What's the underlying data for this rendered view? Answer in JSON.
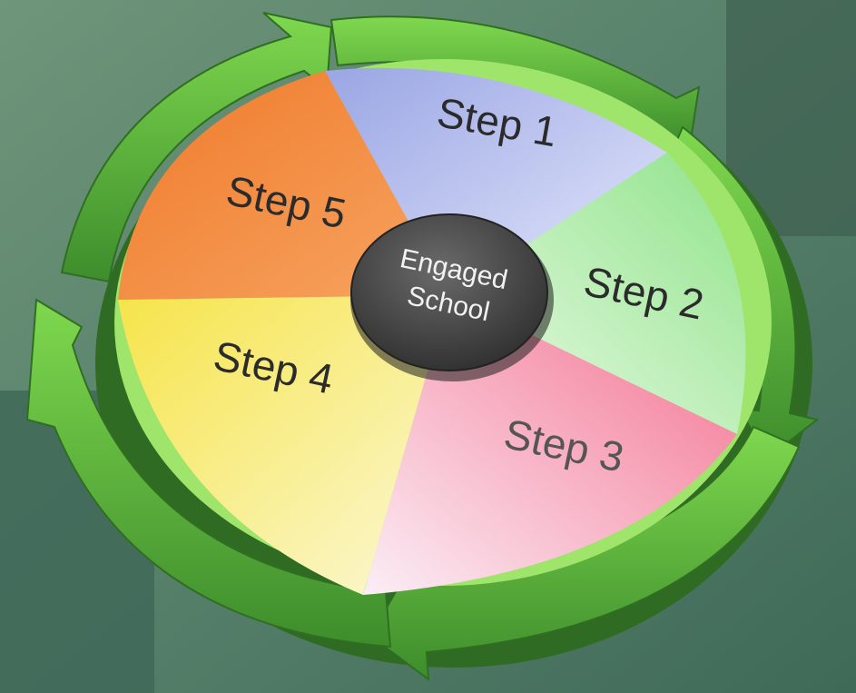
{
  "diagram": {
    "type": "cycle",
    "center": {
      "line1": "Engaged",
      "line2": "School"
    },
    "segments": [
      {
        "label": "Step 1",
        "color": "#aeb7e8"
      },
      {
        "label": "Step 2",
        "color": "#b9efb4"
      },
      {
        "label": "Step 3",
        "color": "#f3a9c2"
      },
      {
        "label": "Step 4",
        "color": "#f3ec7c"
      },
      {
        "label": "Step 5",
        "color": "#f08a3a"
      }
    ],
    "arrow_color": "#4fa53a",
    "background_color": "#4f7a5a"
  }
}
